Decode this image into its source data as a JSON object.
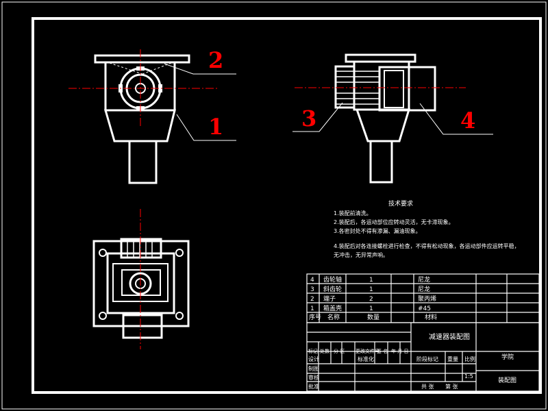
{
  "callouts": [
    "1",
    "2",
    "3",
    "4"
  ],
  "notes": {
    "title": "技术要求",
    "lines": [
      "1.装配前清洗。",
      "2.装配后，各运动部位应转动灵活，无卡滞现象。",
      "3.各密封处不得有渗漏、漏油现象。",
      "4.装配后对各连接螺栓进行检查，不得有松动现象，各运动部件应运转平稳，",
      "无冲击，无异常声响。"
    ]
  },
  "bom": {
    "rows": [
      {
        "no": "4",
        "name": "齿轮轴",
        "qty": "1",
        "material": "尼龙"
      },
      {
        "no": "3",
        "name": "斜齿轮",
        "qty": "1",
        "material": "尼龙"
      },
      {
        "no": "2",
        "name": "端子",
        "qty": "2",
        "material": "聚丙烯"
      },
      {
        "no": "1",
        "name": "箱盖壳",
        "qty": "1",
        "material": "#45"
      }
    ],
    "header": {
      "no": "序号",
      "name": "名称",
      "qty": "数量",
      "material": "材料"
    }
  },
  "title_block": {
    "drawing_name": "减速器装配图",
    "rev_headers": [
      "标记",
      "处数",
      "分 区",
      "更改文件号",
      "签 名",
      "年 月 日"
    ],
    "row_labels": [
      "设计",
      "制图",
      "审核",
      "批准"
    ],
    "design_std": "标准化",
    "stage_label": "阶段标记",
    "weight_label": "重量",
    "scale_label": "比例",
    "scale_value": "1:5",
    "sheet_total": "共 张",
    "sheet_no": "第 张",
    "company": "学院",
    "drawing_no": "装配图"
  },
  "colors": {
    "background": "#000000",
    "line": "#ffffff",
    "center_line": "#ff0000",
    "callout": "#ff0000",
    "dim_text": "#c0c0c0"
  }
}
